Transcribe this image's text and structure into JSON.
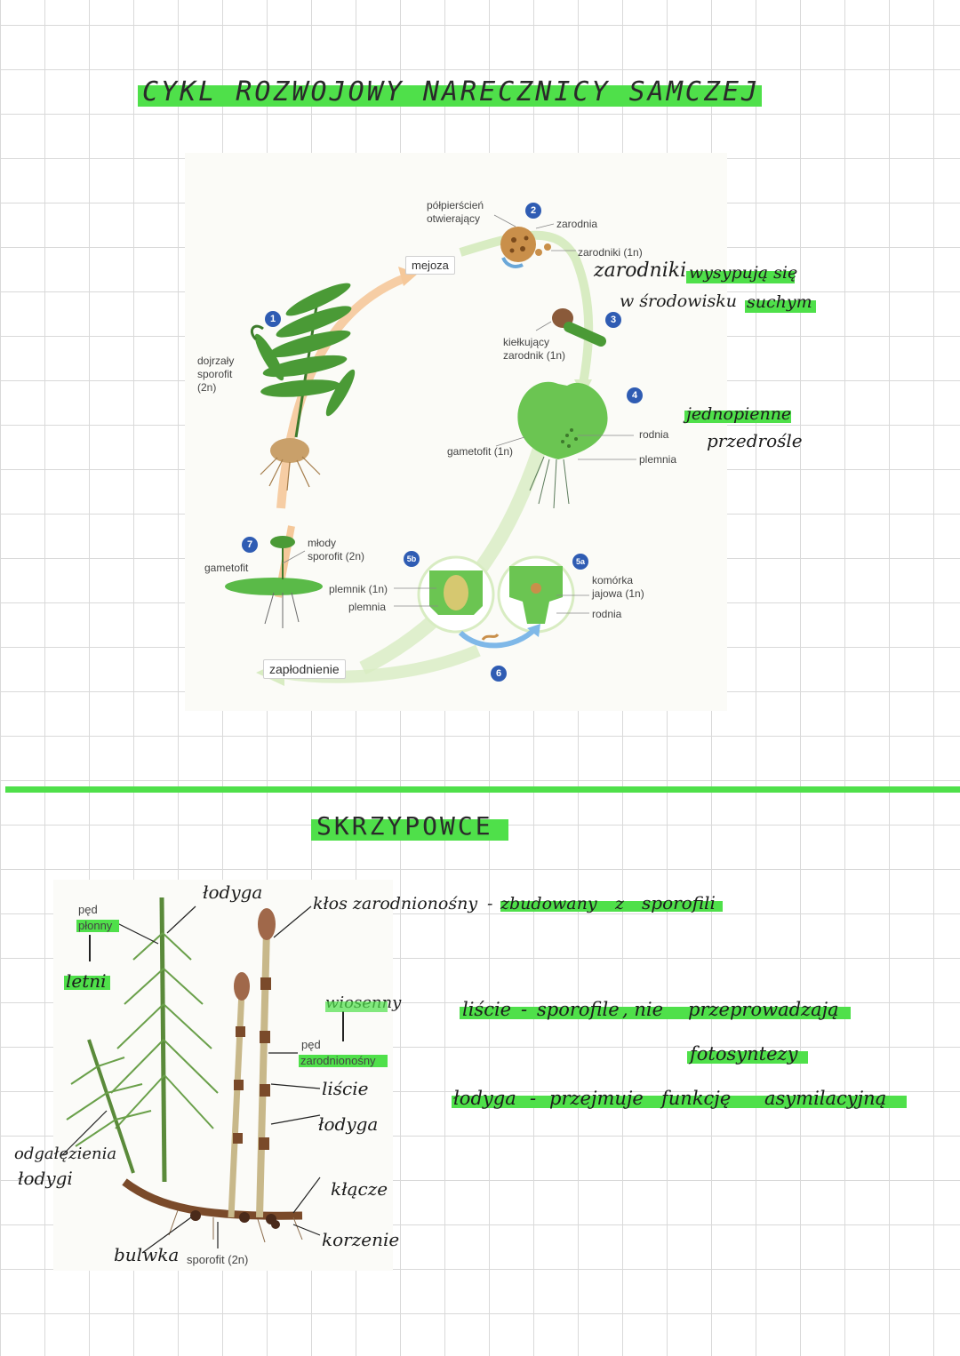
{
  "top": {
    "title": "CYKL ROZWOJOWY NARECZNICY SAMCZEJ",
    "diagram": {
      "mejoza": "mejoza",
      "zaplodnienie": "zapłodnienie",
      "polpierscien": "półpierścień\notwierający",
      "zarodnia": "zarodnia",
      "zarodniki": "zarodniki (1n)",
      "kielkujacy": "kiełkujący\nzarodnik (1n)",
      "dojrzaly": "dojrzały\nsporofit\n(2n)",
      "gametofit_main": "gametofit (1n)",
      "rodnia": "rodnia",
      "plemnia": "plemnia",
      "mlody": "młody\nsporofit (2n)",
      "gametofit_small": "gametofit",
      "plemnik": "plemnik (1n)",
      "plemnia2": "plemnia",
      "komorka": "komórka\njajowa (1n)",
      "rodnia2": "rodnia",
      "badges": [
        "1",
        "2",
        "3",
        "4",
        "5a",
        "5b",
        "6",
        "7"
      ]
    },
    "notes": {
      "zarodniki_a": "zarodniki",
      "zarodniki_b": "wysypują się",
      "zarodniki_c": "w środowisku",
      "zarodniki_d": "suchym",
      "jedno_a": "jednopienne",
      "jedno_b": "przedrośle"
    }
  },
  "bottom": {
    "title": "SKRZYPOWCE",
    "diagram": {
      "ped": "pęd",
      "plonny": "płonny",
      "letni": "letni",
      "lodyga_top": "łodyga",
      "klos": "kłos zarodnionośny",
      "wiosenny": "wiosenny",
      "ped2": "pęd",
      "zarodnionosny": "zarodnionośny",
      "liscie": "liście",
      "lodyga2": "łodyga",
      "klacze": "kłącze",
      "korzenie": "korzenie",
      "odgal_a": "odgałęzienia",
      "odgal_b": "łodygi",
      "bulwka": "bulwka",
      "sporofit": "sporofit (2n)"
    },
    "notes": {
      "klos_dash": "-",
      "zbudowany": "zbudowany",
      "z": "z",
      "sporofili": "sporofili",
      "liscie": "liście",
      "dash1": "-",
      "sporofile": "sporofile",
      "nie_a": ", nie",
      "przeprowadzaja": "przeprowadzają",
      "fotosyntezy": "fotosyntezy",
      "lodyga": "łodyga",
      "dash2": "-",
      "przejmuje": "przejmuje",
      "funkcje": "funkcję",
      "asymilacyjna": "asymilacyjną"
    }
  }
}
